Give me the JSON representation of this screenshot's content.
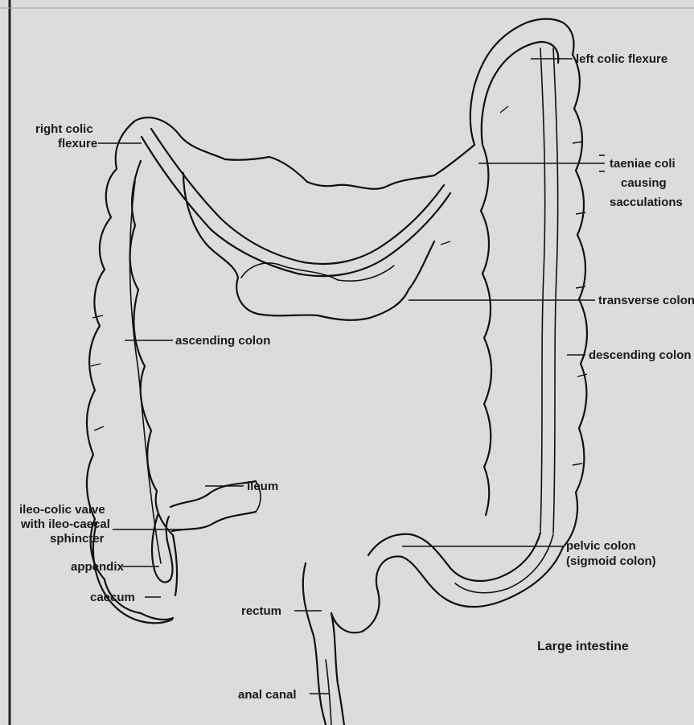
{
  "figure": {
    "caption": "Large intestine"
  },
  "labels": {
    "left_colic_flexure": "left colic flexure",
    "right_colic_flexure_1": "right colic",
    "right_colic_flexure_2": "flexure",
    "taeniae_1": "taeniae coli",
    "taeniae_2": "causing",
    "taeniae_3": "sacculations",
    "transverse_colon": "transverse colon",
    "ascending_colon": "ascending colon",
    "descending_colon": "descending colon",
    "ileum": "ileum",
    "ileocolic_1": "ileo-colic valve",
    "ileocolic_2": "with ileo-caecal",
    "ileocolic_3": "sphincter",
    "pelvic_colon_1": "pelvic colon",
    "pelvic_colon_2": "(sigmoid colon)",
    "appendix": "appendix",
    "caecum": "caecum",
    "rectum": "rectum",
    "anal_canal": "anal canal"
  },
  "colors": {
    "paper": "#dcdcdc",
    "ink": "#111111",
    "bleed_text": "#b4b4b4"
  }
}
